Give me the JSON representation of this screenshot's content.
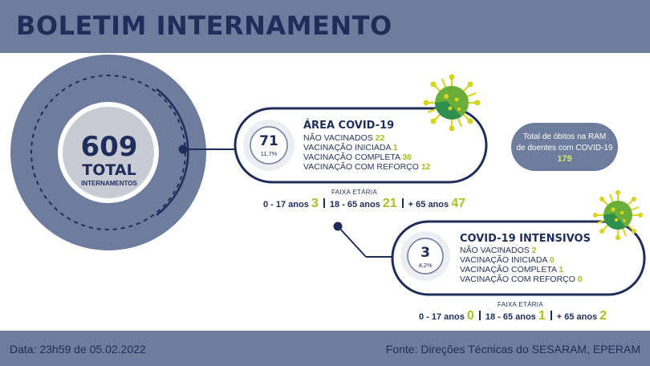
{
  "header": {
    "title": "BOLETIM INTERNAMENTO"
  },
  "total": {
    "value": "609",
    "label": "TOTAL",
    "sublabel": "INTERNAMENTOS"
  },
  "area_covid": {
    "count": "71",
    "percent": "11,7%",
    "title": "ÁREA COVID-19",
    "rows": [
      {
        "label": "NÃO VACINADOS",
        "value": "22"
      },
      {
        "label": "VACINAÇÃO INICIADA",
        "value": "1"
      },
      {
        "label": "VACINAÇÃO COMPLETA",
        "value": "36"
      },
      {
        "label": "VACINAÇÃO COM REFORÇO",
        "value": "12"
      }
    ],
    "faixa_label": "FAIXA ETÁRIA",
    "ages": [
      {
        "label": "0 - 17 anos",
        "value": "3"
      },
      {
        "label": "18 - 65 anos",
        "value": "21"
      },
      {
        "label": "+ 65 anos",
        "value": "47"
      }
    ]
  },
  "intensivos": {
    "count": "3",
    "percent": "4,2%",
    "title": "COVID-19 INTENSIVOS",
    "rows": [
      {
        "label": "NÃO VACINADOS",
        "value": "2"
      },
      {
        "label": "VACINAÇÃO INICIADA",
        "value": "0"
      },
      {
        "label": "VACINAÇÃO COMPLETA",
        "value": "1"
      },
      {
        "label": "VACINAÇÃO COM REFORÇO",
        "value": "0"
      }
    ],
    "faixa_label": "FAIXA ETÁRIA",
    "ages": [
      {
        "label": "0 - 17 anos",
        "value": "0"
      },
      {
        "label": "18 - 65 anos",
        "value": "1"
      },
      {
        "label": "+ 65 anos",
        "value": "2"
      }
    ]
  },
  "obitos": {
    "line1": "Total de óbitos na RAM",
    "line2": "de doentes com COVID-19",
    "value": "179"
  },
  "footer": {
    "date": "Data: 23h59 de 05.02.2022",
    "source": "Fonte: Direções Técnicas do SESARAM, EPERAM"
  },
  "colors": {
    "navy": "#1f2d5a",
    "slate": "#6e7d9d",
    "accent": "#a8c021",
    "virus_green": "#6cae3a",
    "virus_spike": "#d8d41c"
  }
}
